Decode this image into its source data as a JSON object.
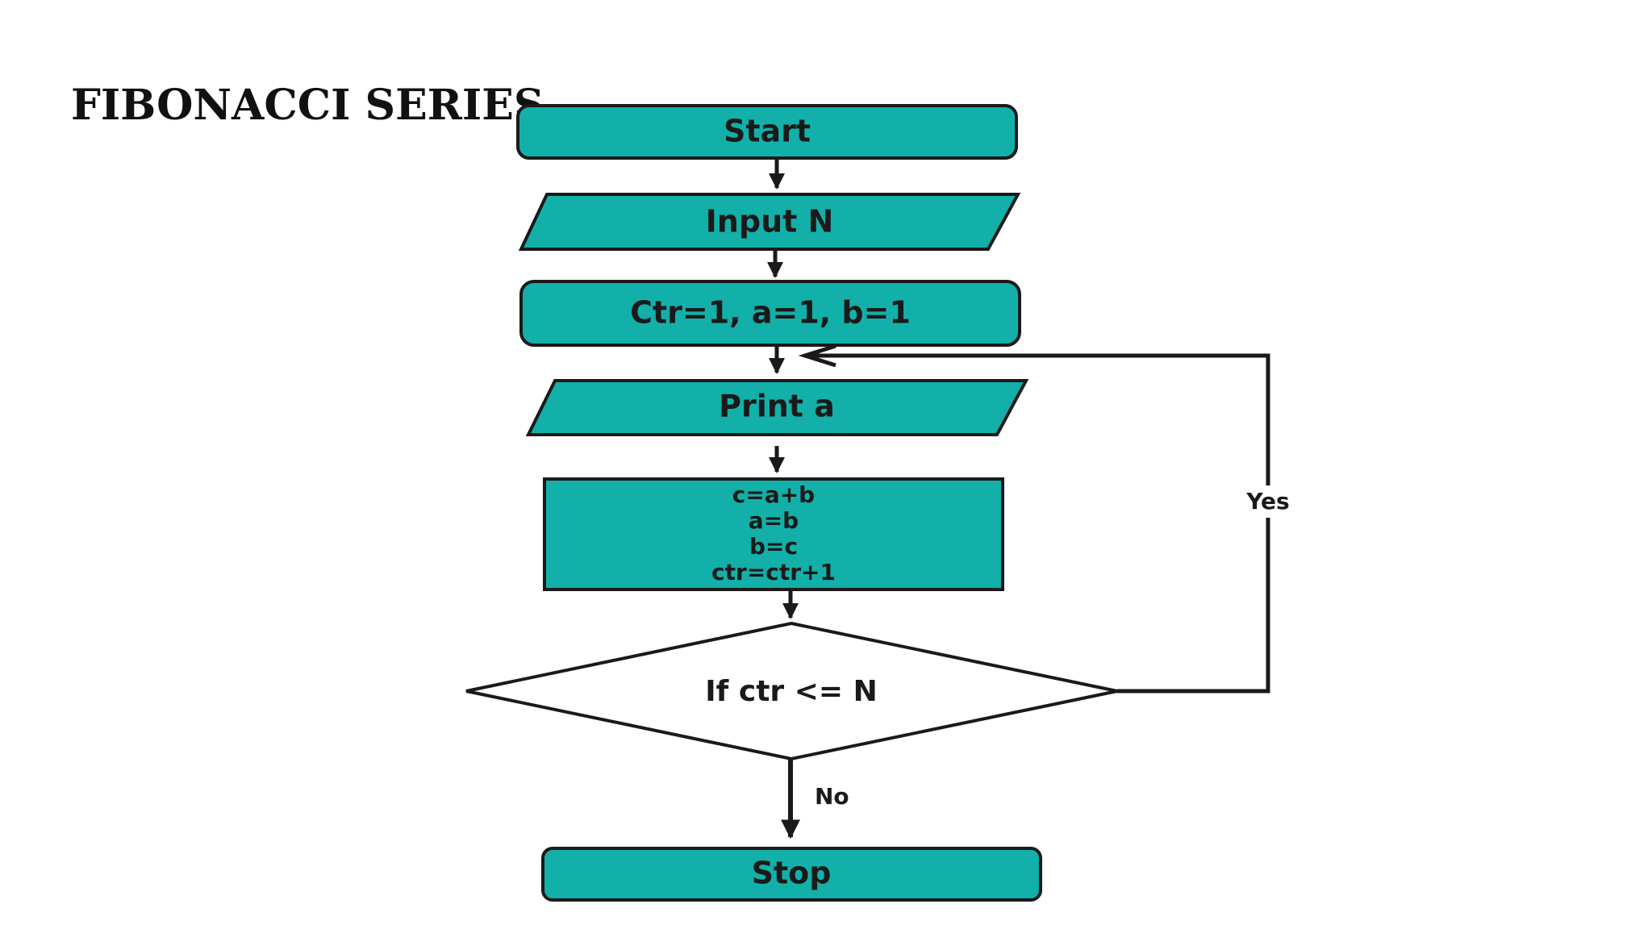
{
  "title": "FIBONACCI SERIES",
  "colors": {
    "node_fill": "#12B0A8",
    "stroke": "#1a1a1a",
    "decision_fill": "#ffffff",
    "background": "#ffffff"
  },
  "nodes": {
    "start": "Start",
    "input": "Input N",
    "init": "Ctr=1, a=1, b=1",
    "print": "Print a",
    "process": [
      "c=a+b",
      "a=b",
      "b=c",
      "ctr=ctr+1"
    ],
    "decision": "If ctr <= N",
    "stop": "Stop"
  },
  "edges": {
    "yes_label": "Yes",
    "no_label": "No"
  }
}
